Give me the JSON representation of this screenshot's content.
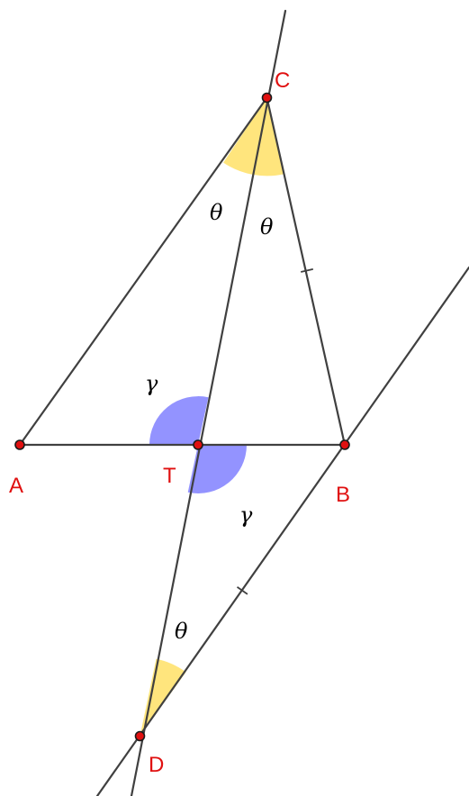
{
  "points": {
    "A": "A",
    "B": "B",
    "C": "C",
    "D": "D",
    "T": "T"
  },
  "angle_labels": {
    "theta": "θ",
    "gamma": "γ"
  },
  "colors": {
    "point_fill": "#E01010",
    "label": "#E01010",
    "line": "#404040",
    "yellow_wedge": "#FFE066",
    "blue_wedge": "#8080FF"
  }
}
